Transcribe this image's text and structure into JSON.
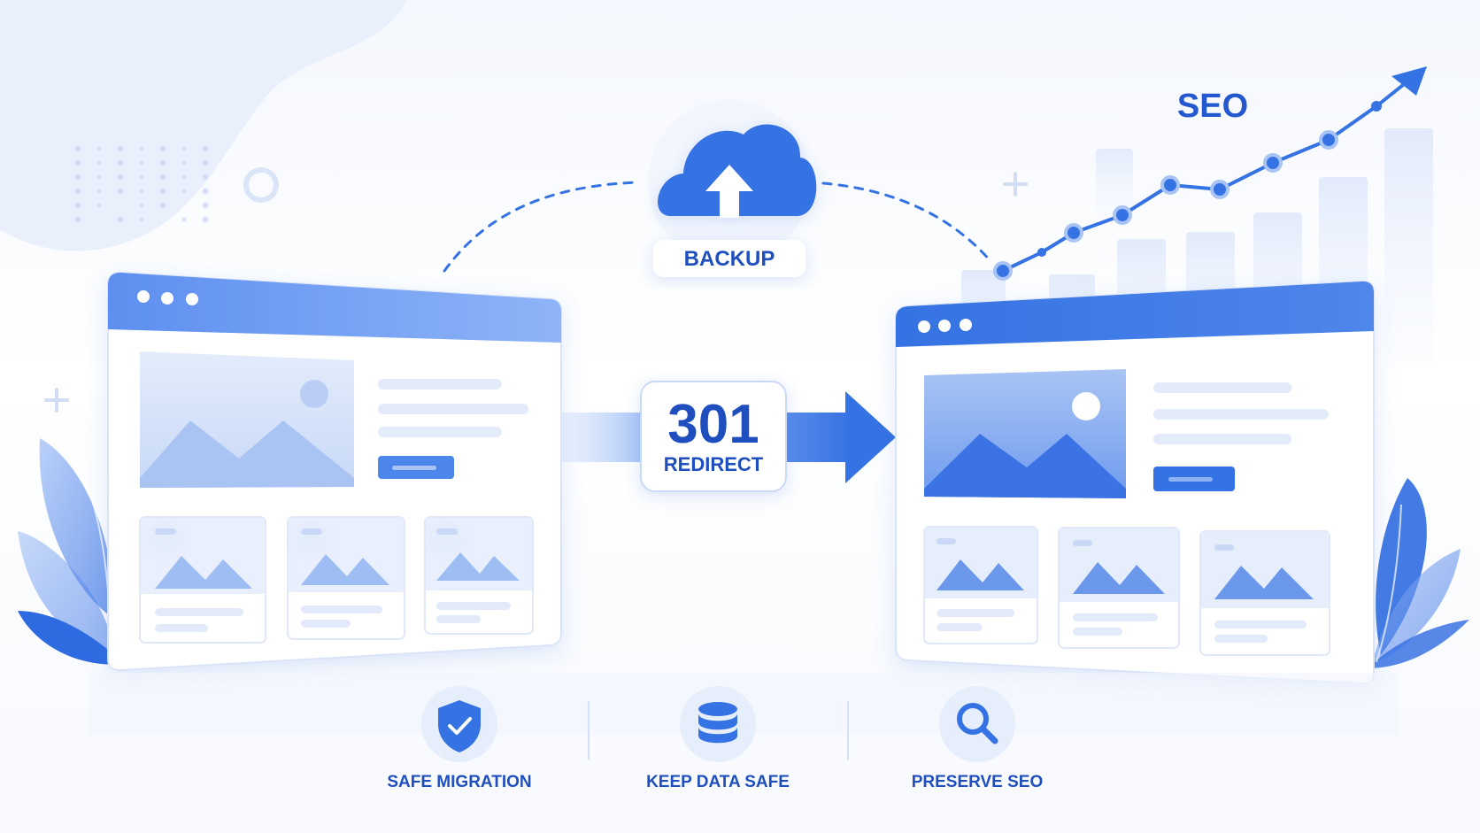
{
  "backup": {
    "label": "BACKUP",
    "icon": "cloud-upload-icon"
  },
  "redirect": {
    "code": "301",
    "label": "REDIRECT"
  },
  "seo": {
    "label": "SEO",
    "trend_icon": "trend-up-arrow-icon"
  },
  "features": [
    {
      "label": "SAFE MIGRATION",
      "icon": "shield-check-icon"
    },
    {
      "label": "KEEP DATA SAFE",
      "icon": "database-icon"
    },
    {
      "label": "PRESERVE SEO",
      "icon": "magnifier-icon"
    }
  ],
  "colors": {
    "primary": "#2f6be0",
    "primary_dark": "#1f4fbf",
    "light": "#dbe6fb",
    "bar": "#e6edfb"
  }
}
